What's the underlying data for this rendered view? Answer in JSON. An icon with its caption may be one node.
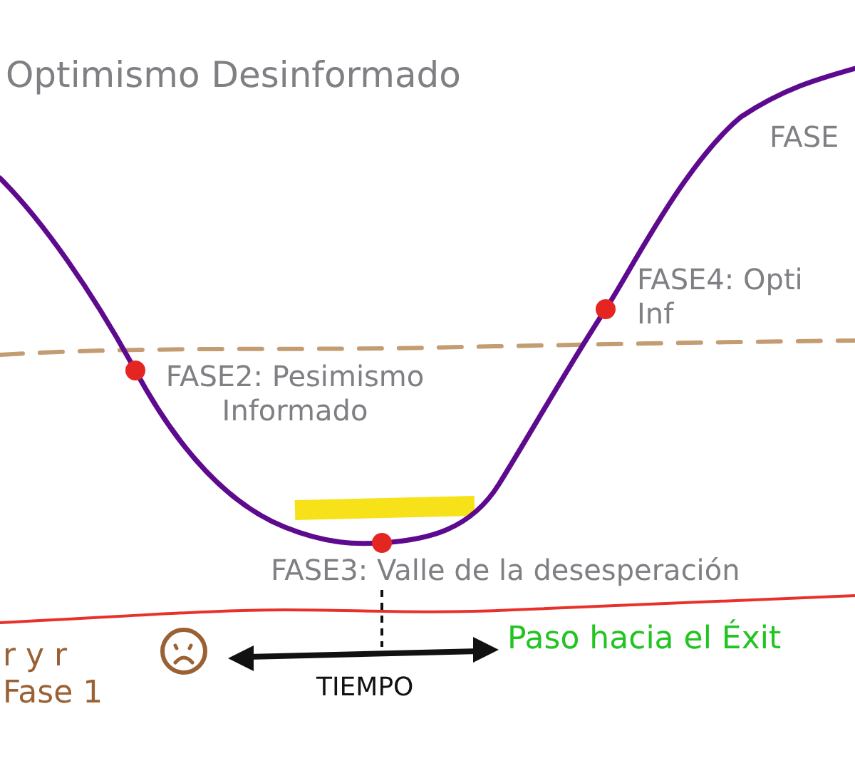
{
  "diagram": {
    "labels": [
      "Optimismo Desinformado",
      "FASE",
      "FASE4: Opti Inf",
      "FASE2: Pesimismo Informado",
      "FASE3: Valle de la desesperación",
      "r y r Fase 1",
      "TIEMPO",
      "Paso hacia el Éxit"
    ]
  }
}
